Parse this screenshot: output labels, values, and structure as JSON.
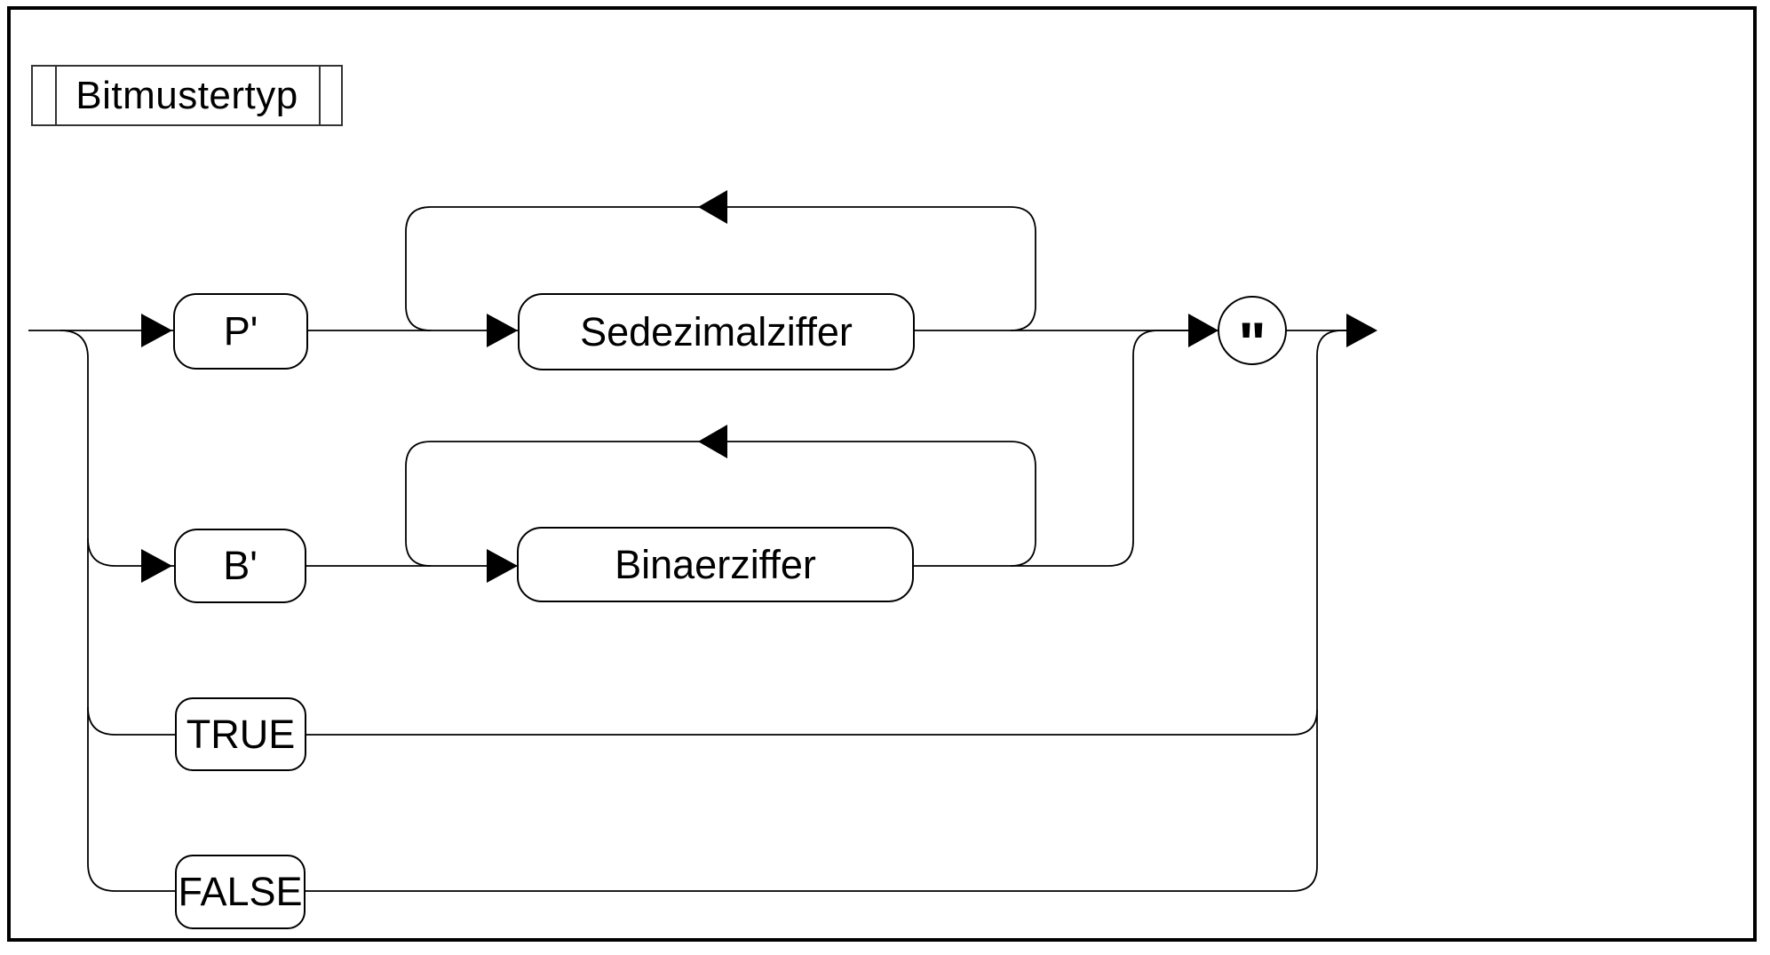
{
  "diagram": {
    "title": "Bitmustertyp",
    "nodes": {
      "p_prefix": "P'",
      "sedezimalziffer": "Sedezimalziffer",
      "b_prefix": "B'",
      "binaerziffer": "Binaerziffer",
      "true_literal": "TRUE",
      "false_literal": "FALSE",
      "closing_quote": "\""
    },
    "colors": {
      "line": "#000000",
      "background": "#ffffff"
    }
  }
}
